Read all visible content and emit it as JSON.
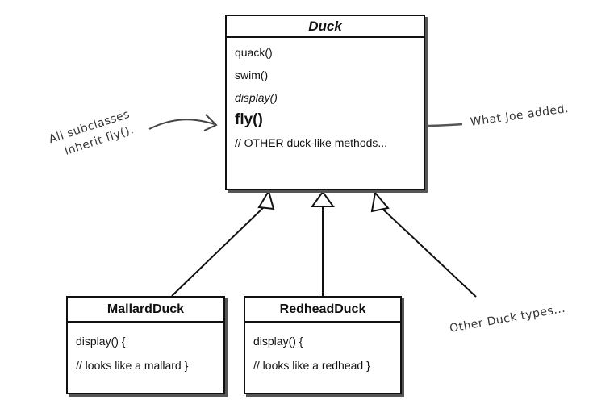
{
  "duck_class": {
    "name": "Duck",
    "methods": [
      "quack()",
      "swim()",
      "display()",
      "fly()",
      "// OTHER duck-like methods..."
    ]
  },
  "mallard_class": {
    "name": "MallardDuck",
    "lines": [
      "display() {",
      "// looks like a mallard }"
    ]
  },
  "redhead_class": {
    "name": "RedheadDuck",
    "lines": [
      "display() {",
      "// looks like a redhead }"
    ]
  },
  "annotations": {
    "left_line1": "All subclasses",
    "left_line2": "inherit fly().",
    "right": "What Joe added.",
    "bottom": "Other Duck types..."
  }
}
